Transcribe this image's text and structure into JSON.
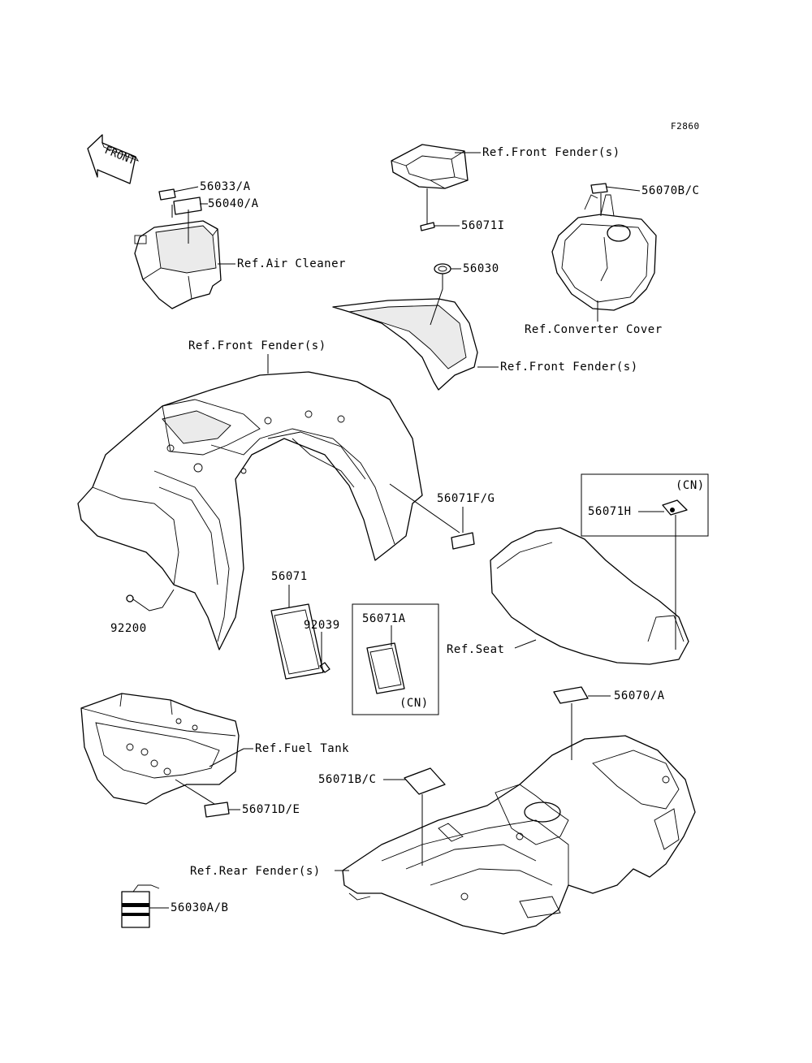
{
  "figure_code": "F2860",
  "front_arrow": "FRONT",
  "labels": {
    "p56033a": "56033/A",
    "p56040a": "56040/A",
    "ref_air_cleaner": "Ref.Air Cleaner",
    "ref_front_fender_top": "Ref.Front Fender(s)",
    "p56071i": "56071I",
    "p56070bc": "56070B/C",
    "p56030": "56030",
    "ref_converter_cover": "Ref.Converter Cover",
    "ref_front_fender_mid": "Ref.Front Fender(s)",
    "ref_front_fender_main": "Ref.Front Fender(s)",
    "p56071fg": "56071F/G",
    "cn_1": "(CN)",
    "p56071h": "56071H",
    "p56071": "56071",
    "p92200": "92200",
    "p92039": "92039",
    "p56071a": "56071A",
    "cn_2": "(CN)",
    "ref_seat": "Ref.Seat",
    "p56070a": "56070/A",
    "ref_fuel_tank": "Ref.Fuel Tank",
    "p56071bc": "56071B/C",
    "p56071de": "56071D/E",
    "ref_rear_fender": "Ref.Rear Fender(s)",
    "p56030ab": "56030A/B"
  },
  "colors": {
    "line": "#000000",
    "background": "#ffffff"
  }
}
